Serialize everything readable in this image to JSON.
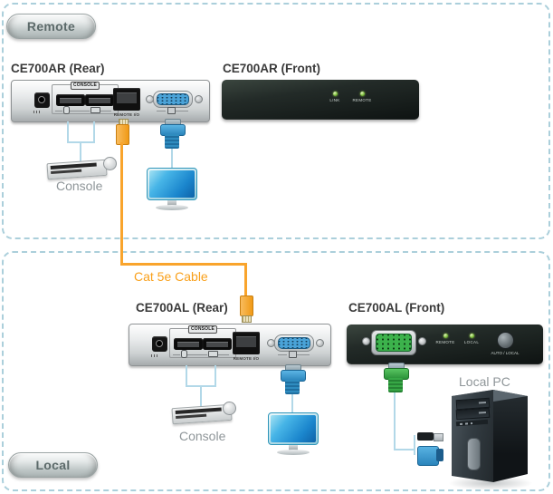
{
  "remote": {
    "tag": "Remote",
    "rear_title": "CE700AR (Rear)",
    "front_title": "CE700AR (Front)",
    "console_chip": "CONSOLE",
    "rj45_label": "REMOTE I/O",
    "front_led1": "LINK",
    "front_led2": "REMOTE",
    "console_caption": "Console"
  },
  "local": {
    "tag": "Local",
    "rear_title": "CE700AL (Rear)",
    "front_title": "CE700AL (Front)",
    "console_chip": "CONSOLE",
    "rj45_label": "REMOTE I/O",
    "front_led1": "REMOTE",
    "front_led2": "LOCAL",
    "front_button": "AUTO / LOCAL",
    "console_caption": "Console",
    "pc_caption": "Local PC"
  },
  "cable": {
    "label": "Cat 5e Cable"
  },
  "colors": {
    "section_border": "#ABCFDB",
    "cable_orange": "#F9A42C",
    "line_blue": "#B2D8E8",
    "vga_blue": "#3F9FD0",
    "vga_green": "#3BAE49",
    "led_green": "#7FBF3F"
  }
}
